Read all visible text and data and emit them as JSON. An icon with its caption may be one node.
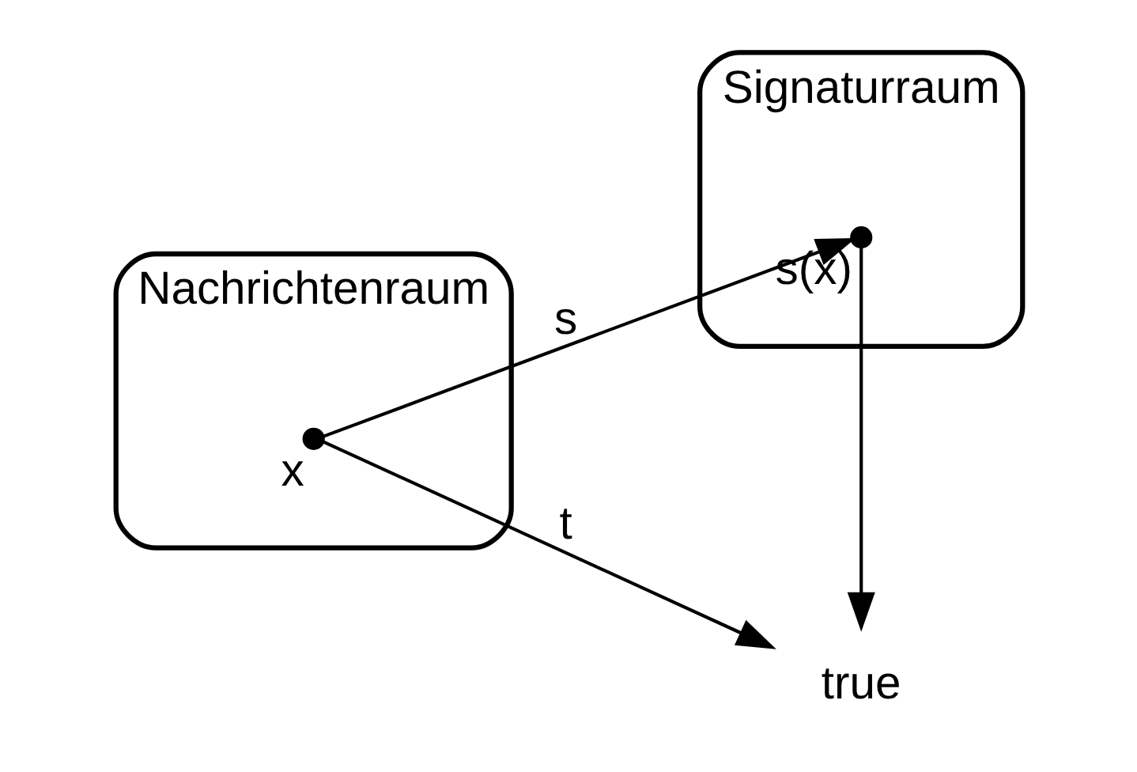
{
  "diagram": {
    "nodes": [
      {
        "text": [
          "Nachrichtenraum"
        ]
      },
      {
        "text": [
          "Signaturraum"
        ]
      },
      {
        "text": [
          "x"
        ],
        "in": 0
      },
      {
        "text": [
          "s(x)"
        ],
        "in": 1
      },
      {
        "text": [
          "true"
        ]
      }
    ],
    "edges": [
      {
        "from": 2,
        "to": 3,
        "arrow": "to",
        "label": "s"
      },
      {
        "from": 2,
        "to": 4,
        "arrow": "to",
        "label": "t"
      },
      {
        "from": 3,
        "to": 4,
        "arrow": "to"
      }
    ]
  }
}
